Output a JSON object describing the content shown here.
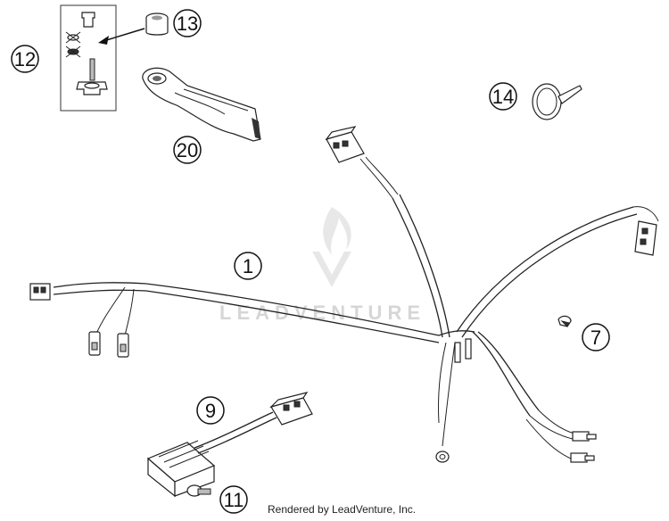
{
  "callouts": {
    "c1": "1",
    "c7": "7",
    "c9": "9",
    "c11": "11",
    "c12": "12",
    "c13": "13",
    "c14": "14",
    "c20": "20"
  },
  "watermark": "LEADVENTURE",
  "footer": "Rendered by LeadVenture, Inc."
}
